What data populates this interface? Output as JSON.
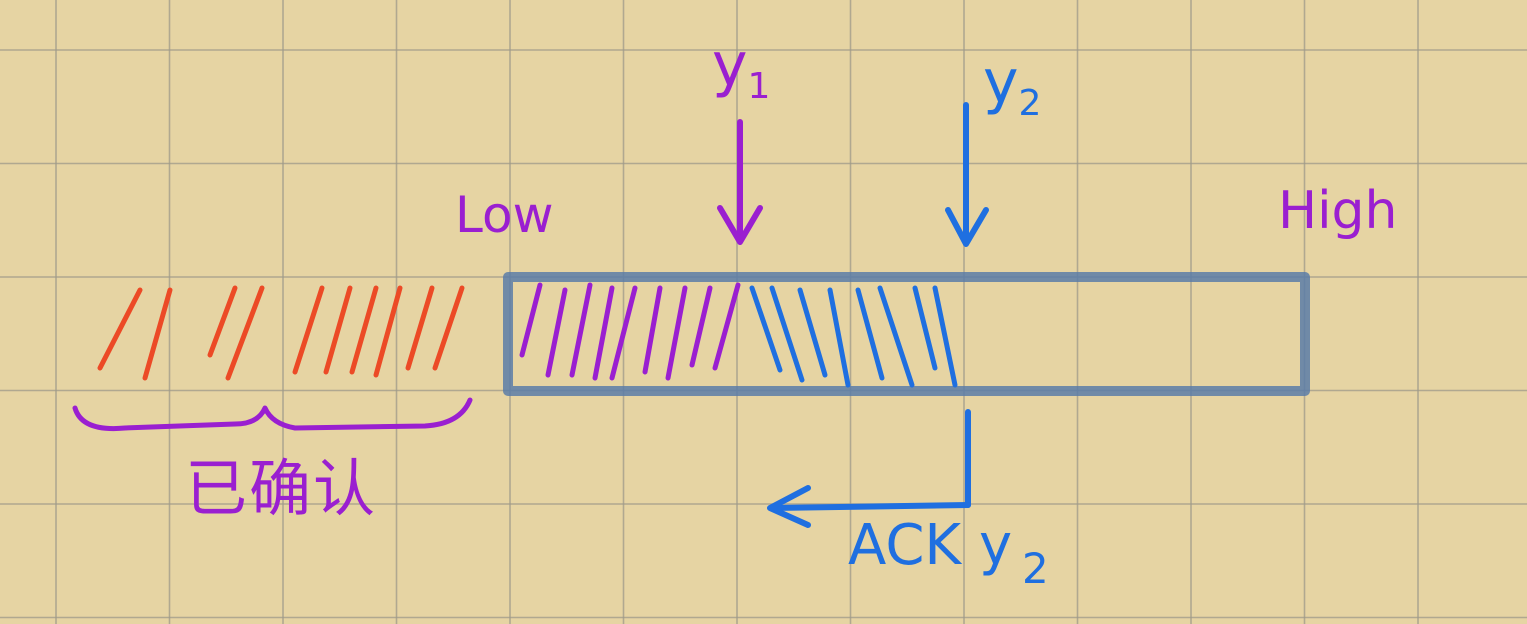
{
  "labels": {
    "low": "Low",
    "high": "High",
    "y1_letter": "y",
    "y1_sub": "1",
    "y2_letter": "y",
    "y2_sub": "2",
    "confirmed": "已确认",
    "ack_text": "ACK y",
    "ack_sub": "2"
  },
  "colors": {
    "paper": "#e6d4a3",
    "grid": "#9e9a8a",
    "window_box": "#5a7ca8",
    "confirmed_hatch": "#ec4a26",
    "purple": "#9a1fd0",
    "blue": "#1f6fe0"
  }
}
